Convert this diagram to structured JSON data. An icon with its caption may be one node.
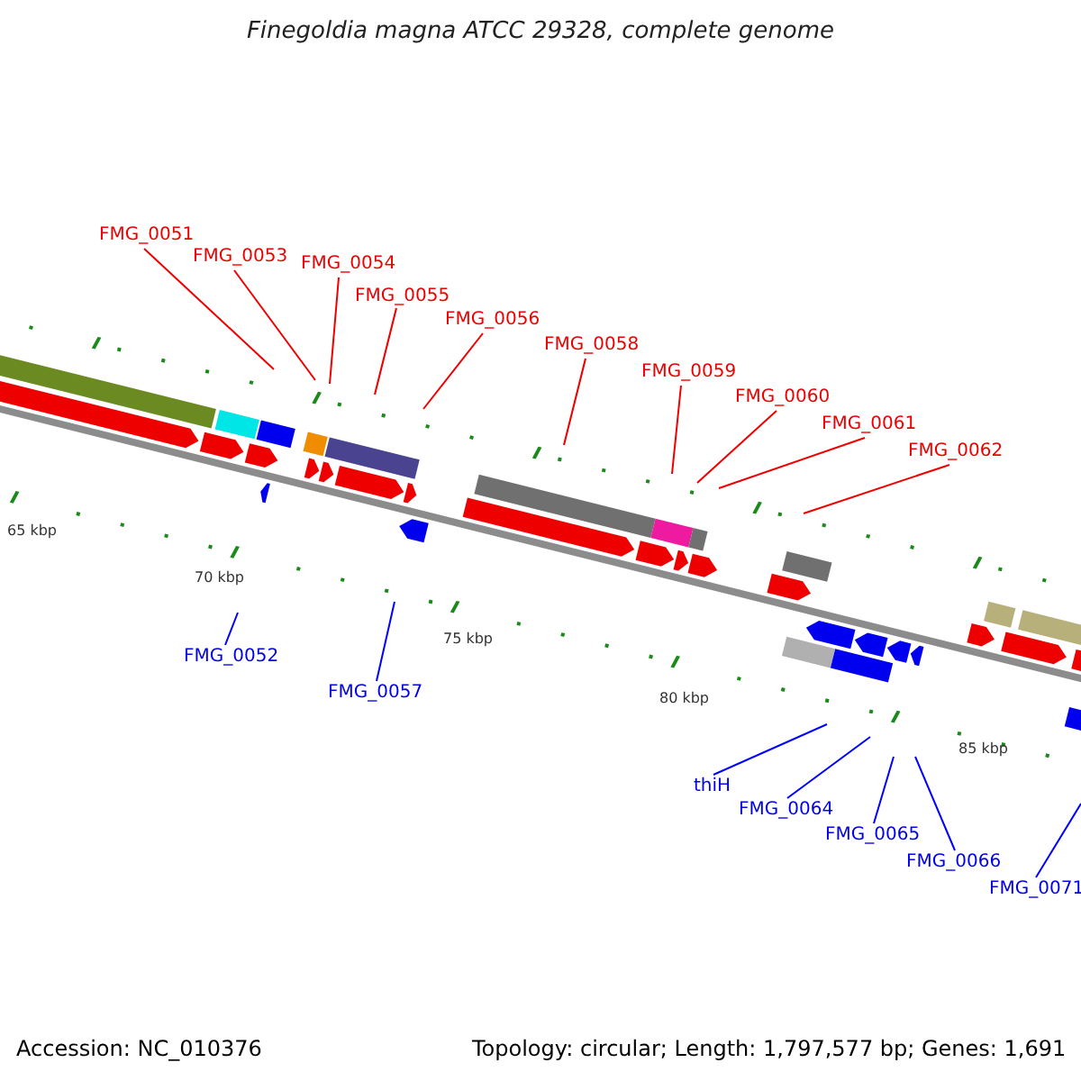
{
  "diagram": {
    "title": "Finegoldia magna ATCC 29328, complete genome",
    "nodes": [
      {
        "text": [
          "FMG_0051"
        ]
      },
      {
        "text": [
          "FMG_0053"
        ]
      },
      {
        "text": [
          "FMG_0054"
        ]
      },
      {
        "text": [
          "FMG_0055"
        ]
      },
      {
        "text": [
          "FMG_0056"
        ]
      },
      {
        "text": [
          "FMG_0058"
        ]
      },
      {
        "text": [
          "FMG_0059"
        ]
      },
      {
        "text": [
          "FMG_0060"
        ]
      },
      {
        "text": [
          "FMG_0061"
        ]
      },
      {
        "text": [
          "FMG_0062"
        ]
      },
      {
        "text": [
          "FMG_0052"
        ]
      },
      {
        "text": [
          "FMG_0057"
        ]
      },
      {
        "text": [
          "thiH"
        ]
      },
      {
        "text": [
          "FMG_0064"
        ]
      },
      {
        "text": [
          "FMG_0065"
        ]
      },
      {
        "text": [
          "FMG_0066"
        ]
      },
      {
        "text": [
          "FMG_0071"
        ]
      }
    ],
    "edges": [
      {
        "from": 0,
        "to": null,
        "arrow": "none"
      },
      {
        "from": 1,
        "to": null,
        "arrow": "none"
      },
      {
        "from": 2,
        "to": null,
        "arrow": "none"
      },
      {
        "from": 3,
        "to": null,
        "arrow": "none"
      },
      {
        "from": 4,
        "to": null,
        "arrow": "none"
      },
      {
        "from": 5,
        "to": null,
        "arrow": "none"
      },
      {
        "from": 6,
        "to": null,
        "arrow": "none"
      },
      {
        "from": 7,
        "to": null,
        "arrow": "none"
      },
      {
        "from": 8,
        "to": null,
        "arrow": "none"
      },
      {
        "from": 9,
        "to": null,
        "arrow": "none"
      },
      {
        "from": 10,
        "to": null,
        "arrow": "none",
        "color": "#0000ff"
      },
      {
        "from": 11,
        "to": null,
        "arrow": "none",
        "color": "#0000ff"
      },
      {
        "from": 12,
        "to": null,
        "arrow": "none",
        "color": "#0000ff"
      },
      {
        "from": 13,
        "to": null,
        "arrow": "none",
        "color": "#0000ff"
      },
      {
        "from": 14,
        "to": null,
        "arrow": "none",
        "color": "#0000ff"
      },
      {
        "from": 15,
        "to": null,
        "arrow": "none",
        "color": "#0000ff"
      },
      {
        "from": 16,
        "to": null,
        "arrow": "none",
        "color": "#0000ff"
      }
    ],
    "labels": [
      "65 kbp",
      "70 kbp",
      "75 kbp",
      "80 kbp",
      "85 kbp",
      "Accession: NC_010376",
      "Topology: circular; Length: 1,797,577 bp; Genes: 1,691"
    ]
  }
}
